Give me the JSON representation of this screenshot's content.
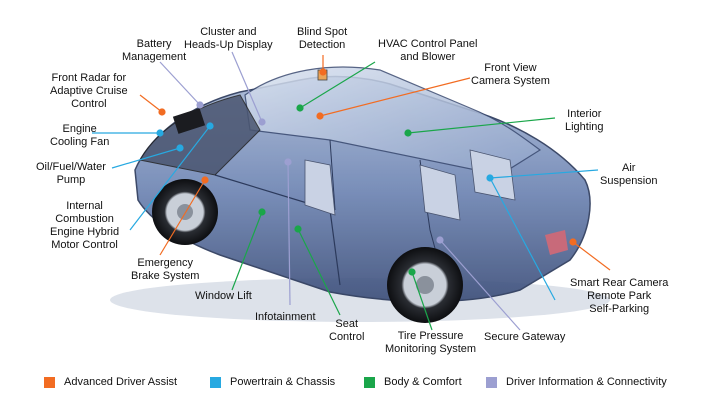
{
  "colors": {
    "adas": "#f26c22",
    "powertrain": "#27a9e1",
    "body": "#1aa64a",
    "driver": "#9c9fd1"
  },
  "labels": {
    "battery_management": "Battery\nManagement",
    "cluster_hud": "Cluster and\nHeads-Up Display",
    "blind_spot": "Blind Spot\nDetection",
    "hvac": "HVAC Control Panel\nand Blower",
    "front_view_camera": "Front View\nCamera System",
    "front_radar": "Front Radar for\nAdaptive Cruise\nControl",
    "engine_cooling_fan": "Engine\nCooling Fan",
    "oil_pump": "Oil/Fuel/Water\nPump",
    "ice_hybrid": "Internal\nCombustion\nEngine Hybrid\nMotor Control",
    "interior_lighting": "Interior\nLighting",
    "air_suspension": "Air\nSuspension",
    "emergency_brake": "Emergency\nBrake System",
    "window_lift": "Window Lift",
    "infotainment": "Infotainment",
    "seat_control": "Seat\nControl",
    "tpms": "Tire Pressure\nMonitoring System",
    "secure_gateway": "Secure Gateway",
    "rear_camera": "Smart Rear Camera\nRemote Park\nSelf-Parking"
  },
  "legend": {
    "adas": "Advanced Driver Assist",
    "powertrain": "Powertrain & Chassis",
    "body": "Body & Comfort",
    "driver": "Driver Information & Connectivity"
  }
}
